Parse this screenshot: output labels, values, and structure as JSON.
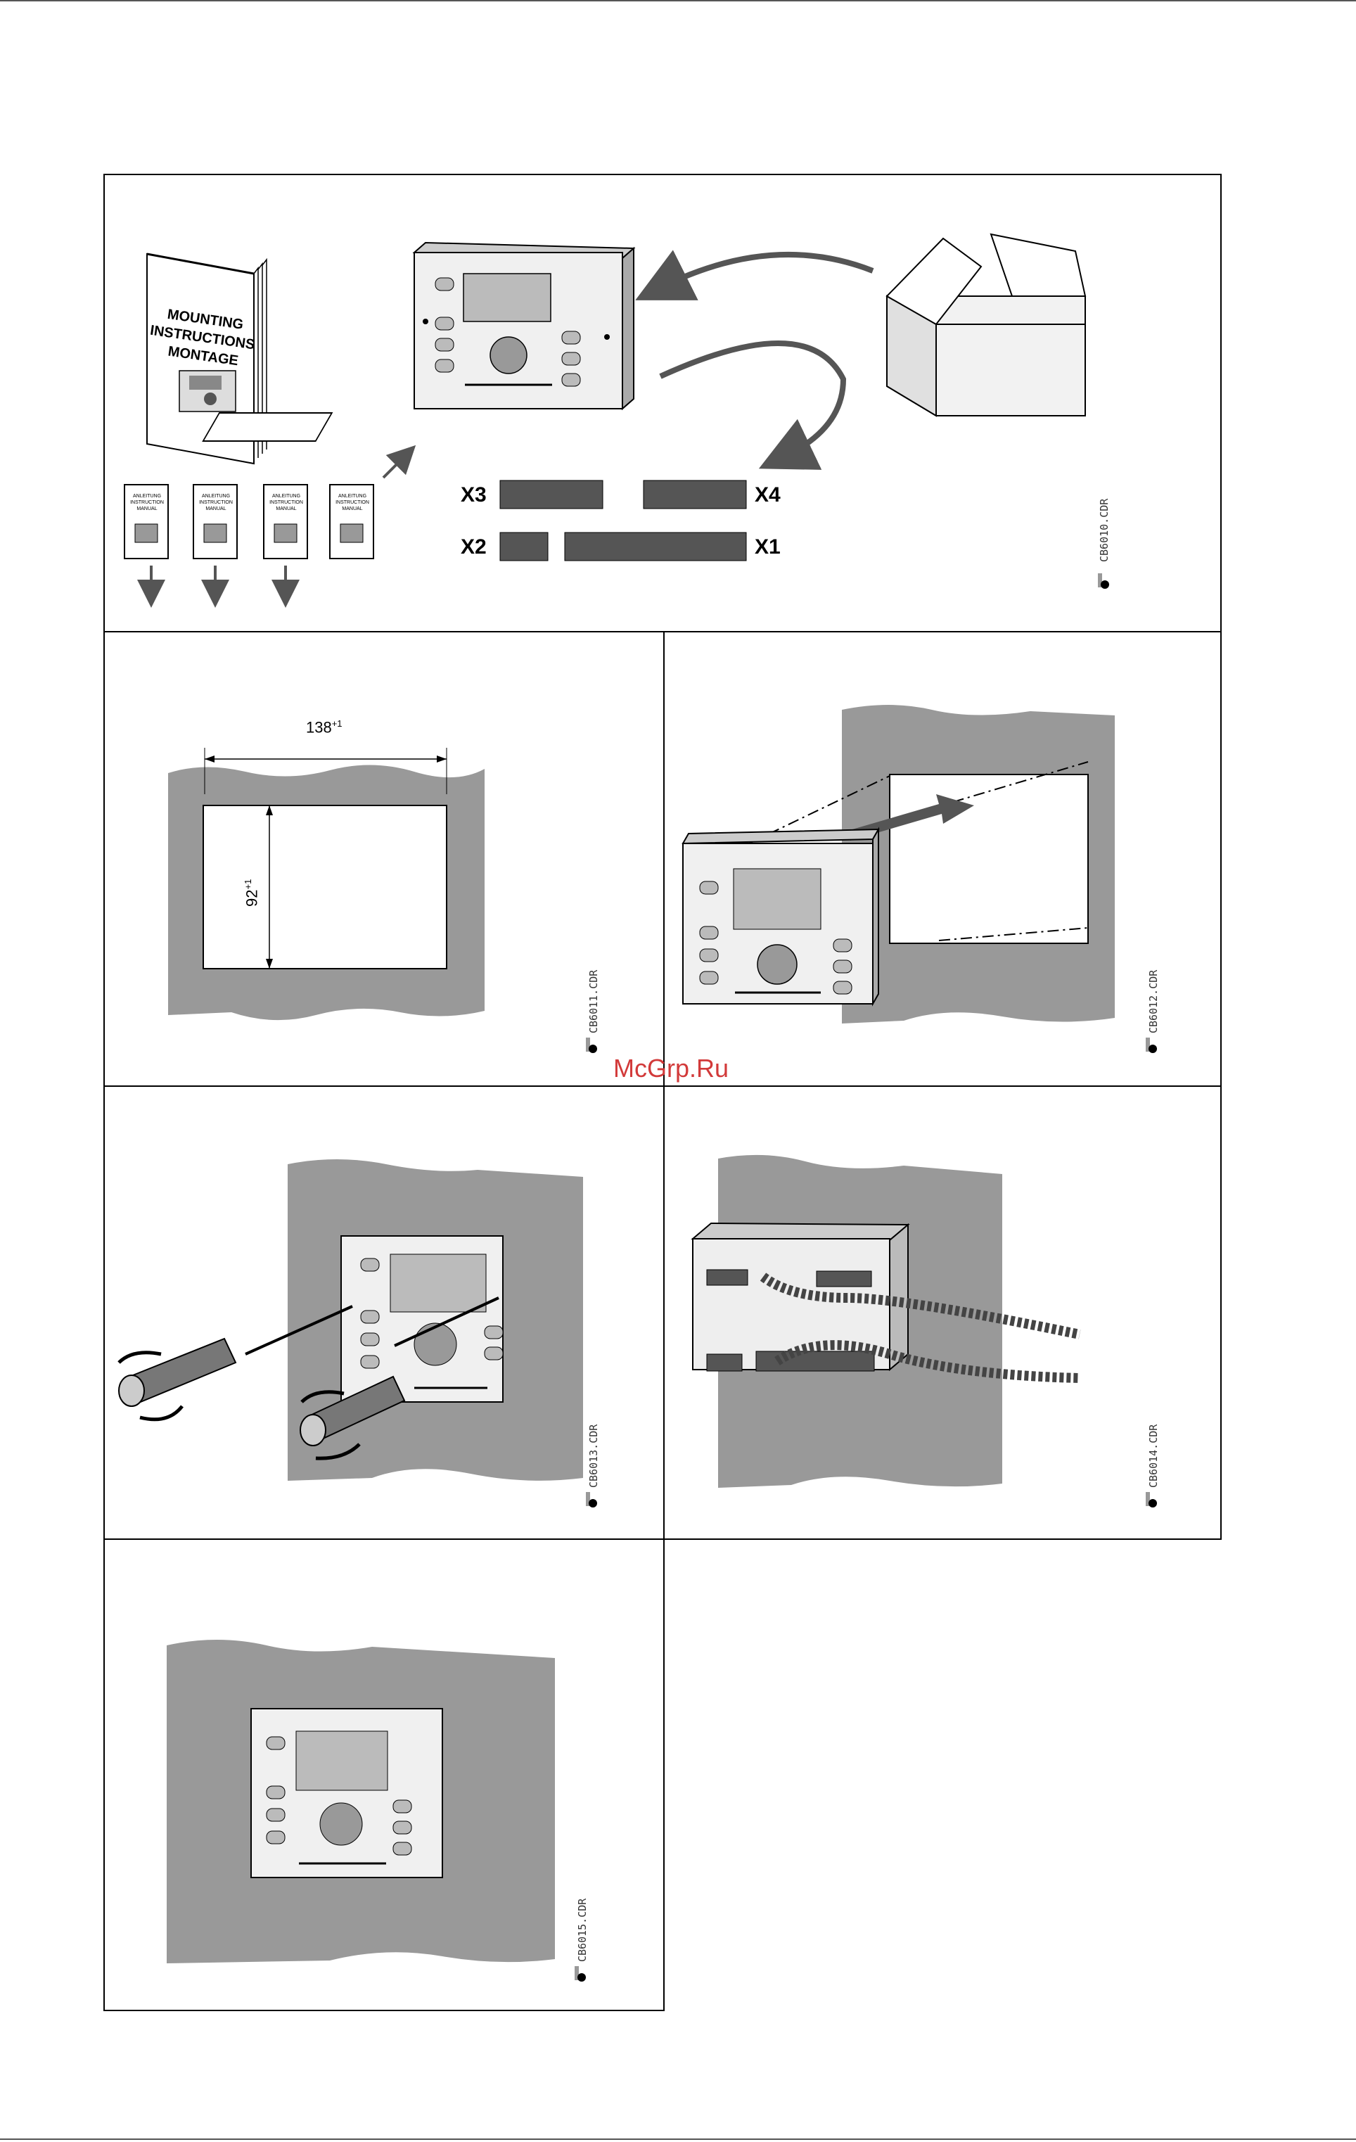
{
  "watermark": "McGrp.Ru",
  "panel1": {
    "booklet_lines": [
      "MOUNTING",
      "INSTRUCTIONS",
      "MONTAGE"
    ],
    "small_booklets": [
      [
        "ANLEITUNG",
        "INSTRUCTION",
        "MANUAL"
      ],
      [
        "ANLEITUNG",
        "INSTRUCTION",
        "MANUAL"
      ],
      [
        "ANLEITUNG",
        "INSTRUCTION",
        "MANUAL"
      ],
      [
        "ANLEITUNG",
        "INSTRUCTION",
        "MANUAL"
      ]
    ],
    "connectors": {
      "x1": "X1",
      "x2": "X2",
      "x3": "X3",
      "x4": "X4"
    },
    "code": "CB6010.CDR"
  },
  "panel2": {
    "width_dim": "138",
    "width_tol": "+1",
    "height_dim": "92",
    "height_tol": "+1",
    "code": "CB6011.CDR"
  },
  "panel3": {
    "code": "CB6012.CDR"
  },
  "panel4": {
    "code": "CB6013.CDR"
  },
  "panel5": {
    "code": "CB6014.CDR"
  },
  "panel6": {
    "code": "CB6015.CDR"
  }
}
